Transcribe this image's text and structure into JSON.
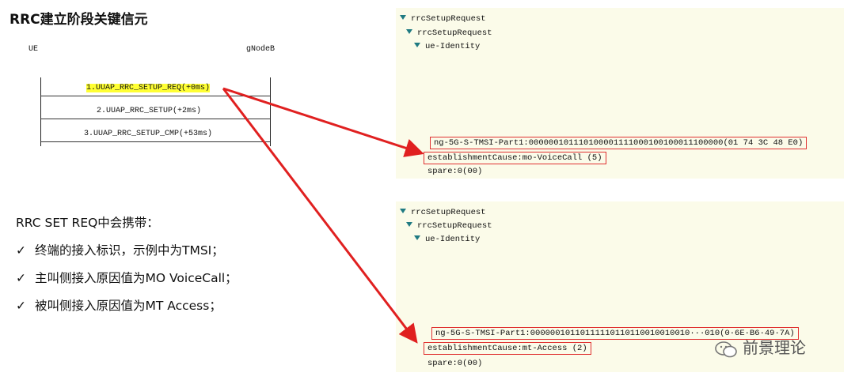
{
  "title": "RRC建立阶段关键信元",
  "sequence": {
    "actors": [
      "UE",
      "gNodeB"
    ],
    "messages": [
      {
        "label": "1.UUAP_RRC_SETUP_REQ(+0ms)",
        "highlight": true
      },
      {
        "label": "2.UUAP_RRC_SETUP(+2ms)",
        "highlight": false
      },
      {
        "label": "3.UUAP_RRC_SETUP_CMP(+53ms)",
        "highlight": false
      }
    ]
  },
  "notes": {
    "heading": "RRC SET REQ中会携带：",
    "check_mark": "✓",
    "bullets": [
      "终端的接入标识，示例中为TMSI；",
      "主叫侧接入原因值为MO VoiceCall；",
      "被叫侧接入原因值为MT Access；"
    ]
  },
  "panels": [
    {
      "tree": [
        "rrcSetupRequest",
        "rrcSetupRequest",
        "ue-Identity"
      ],
      "tmsi": "ng-5G-S-TMSI-Part1:000000101110100001111000100100011100000(01 74 3C 48 E0)",
      "cause": "establishmentCause:mo-VoiceCall (5)",
      "spare": "spare:0(00)"
    },
    {
      "tree": [
        "rrcSetupRequest",
        "rrcSetupRequest",
        "ue-Identity"
      ],
      "tmsi": "ng-5G-S-TMSI-Part1:00000010110111110110110010010010···010(0·6E·B6·49·7A)",
      "cause": "establishmentCause:mt-Access (2)",
      "spare": "spare:0(00)"
    }
  ],
  "watermark": "前景理论",
  "colors": {
    "highlight": "#ffff33",
    "annotation_red": "#e02020",
    "panel_bg": "#fbfbe9",
    "tree_arrow": "#1f7a82"
  }
}
